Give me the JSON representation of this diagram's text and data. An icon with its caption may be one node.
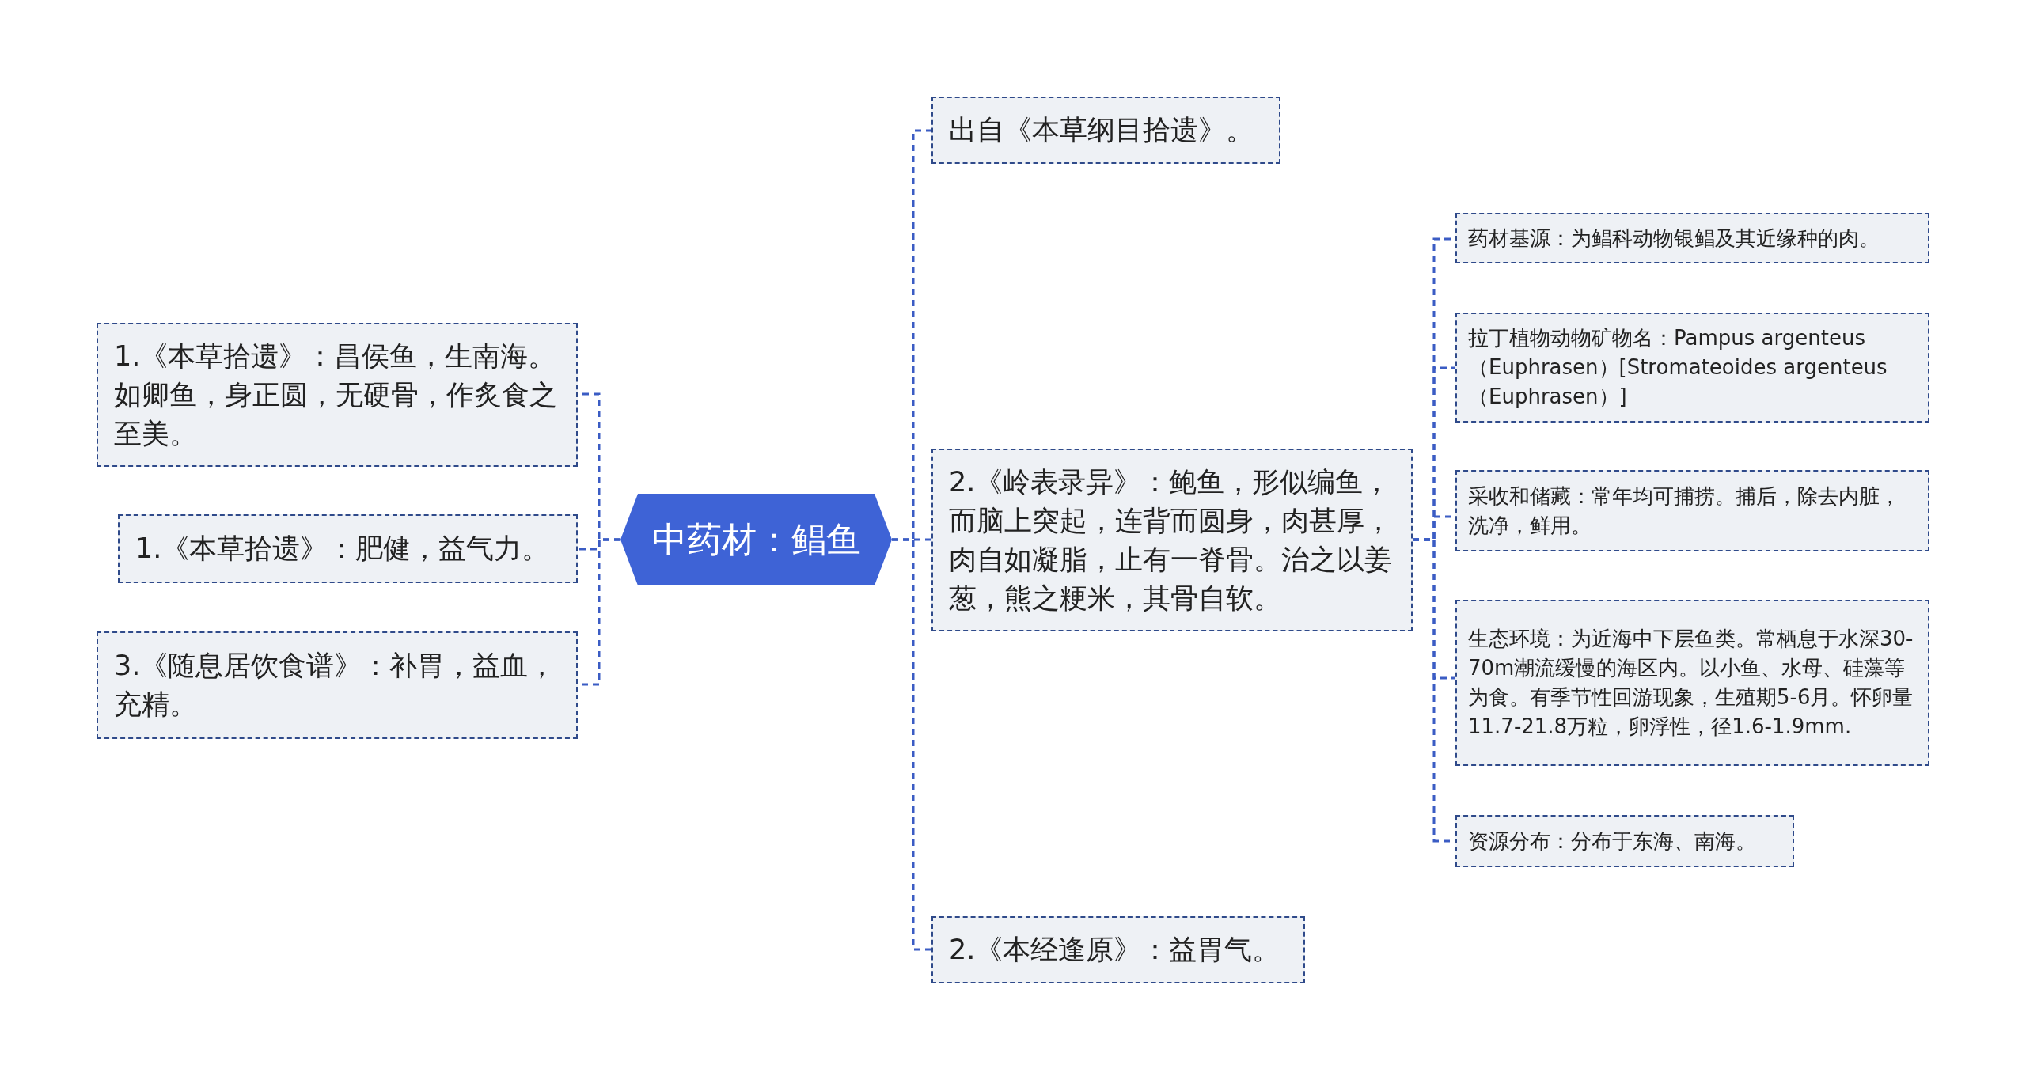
{
  "diagram": {
    "nodes": [
      {
        "text": [
          "中药材：鲳鱼"
        ]
      },
      {
        "text": [
          "1.《本草拾遗》：昌侯鱼，生南海。如卿鱼，身正圆，无硬骨，作炙食之至美。"
        ]
      },
      {
        "text": [
          "1.《本草拾遗》：肥健，益气力。"
        ]
      },
      {
        "text": [
          "3.《随息居饮食谱》：补胃，益血，充精。"
        ]
      },
      {
        "text": [
          "出自《本草纲目拾遗》。"
        ]
      },
      {
        "text": [
          "2.《岭表录异》：鲍鱼，形似编鱼，而脑上突起，连背而圆身，肉甚厚，肉自如凝脂，止有一脊骨。治之以姜葱，熊之粳米，其骨自软。"
        ]
      },
      {
        "text": [
          "2.《本经逢原》：益胃气。"
        ]
      },
      {
        "text": [
          "药材基源：为鲳科动物银鲳及其近缘种的肉。"
        ]
      },
      {
        "text": [
          "拉丁植物动物矿物名：Pampus argenteus（Euphrasen）[Stromateoides argenteus（Euphrasen）]"
        ]
      },
      {
        "text": [
          "采收和储藏：常年均可捕捞。捕后，除去内脏，洗净，鲜用。"
        ]
      },
      {
        "text": [
          "生态环境：为近海中下层鱼类。常栖息于水深30-70m潮流缓慢的海区内。以小鱼、水母、硅藻等为食。有季节性回游现象，生殖期5-6月。怀卵量11.7-21.8万粒，卵浮性，径1.6-1.9mm."
        ]
      },
      {
        "text": [
          "资源分布：分布于东海、南海。"
        ]
      }
    ],
    "edges": [
      {
        "from": 0,
        "to": 1,
        "arrow": "none"
      },
      {
        "from": 0,
        "to": 2,
        "arrow": "none"
      },
      {
        "from": 0,
        "to": 3,
        "arrow": "none"
      },
      {
        "from": 0,
        "to": 4,
        "arrow": "none"
      },
      {
        "from": 0,
        "to": 5,
        "arrow": "none"
      },
      {
        "from": 0,
        "to": 6,
        "arrow": "none"
      },
      {
        "from": 5,
        "to": 7,
        "arrow": "none"
      },
      {
        "from": 5,
        "to": 8,
        "arrow": "none"
      },
      {
        "from": 5,
        "to": 9,
        "arrow": "none"
      },
      {
        "from": 5,
        "to": 10,
        "arrow": "none"
      },
      {
        "from": 5,
        "to": 11,
        "arrow": "none"
      }
    ]
  }
}
